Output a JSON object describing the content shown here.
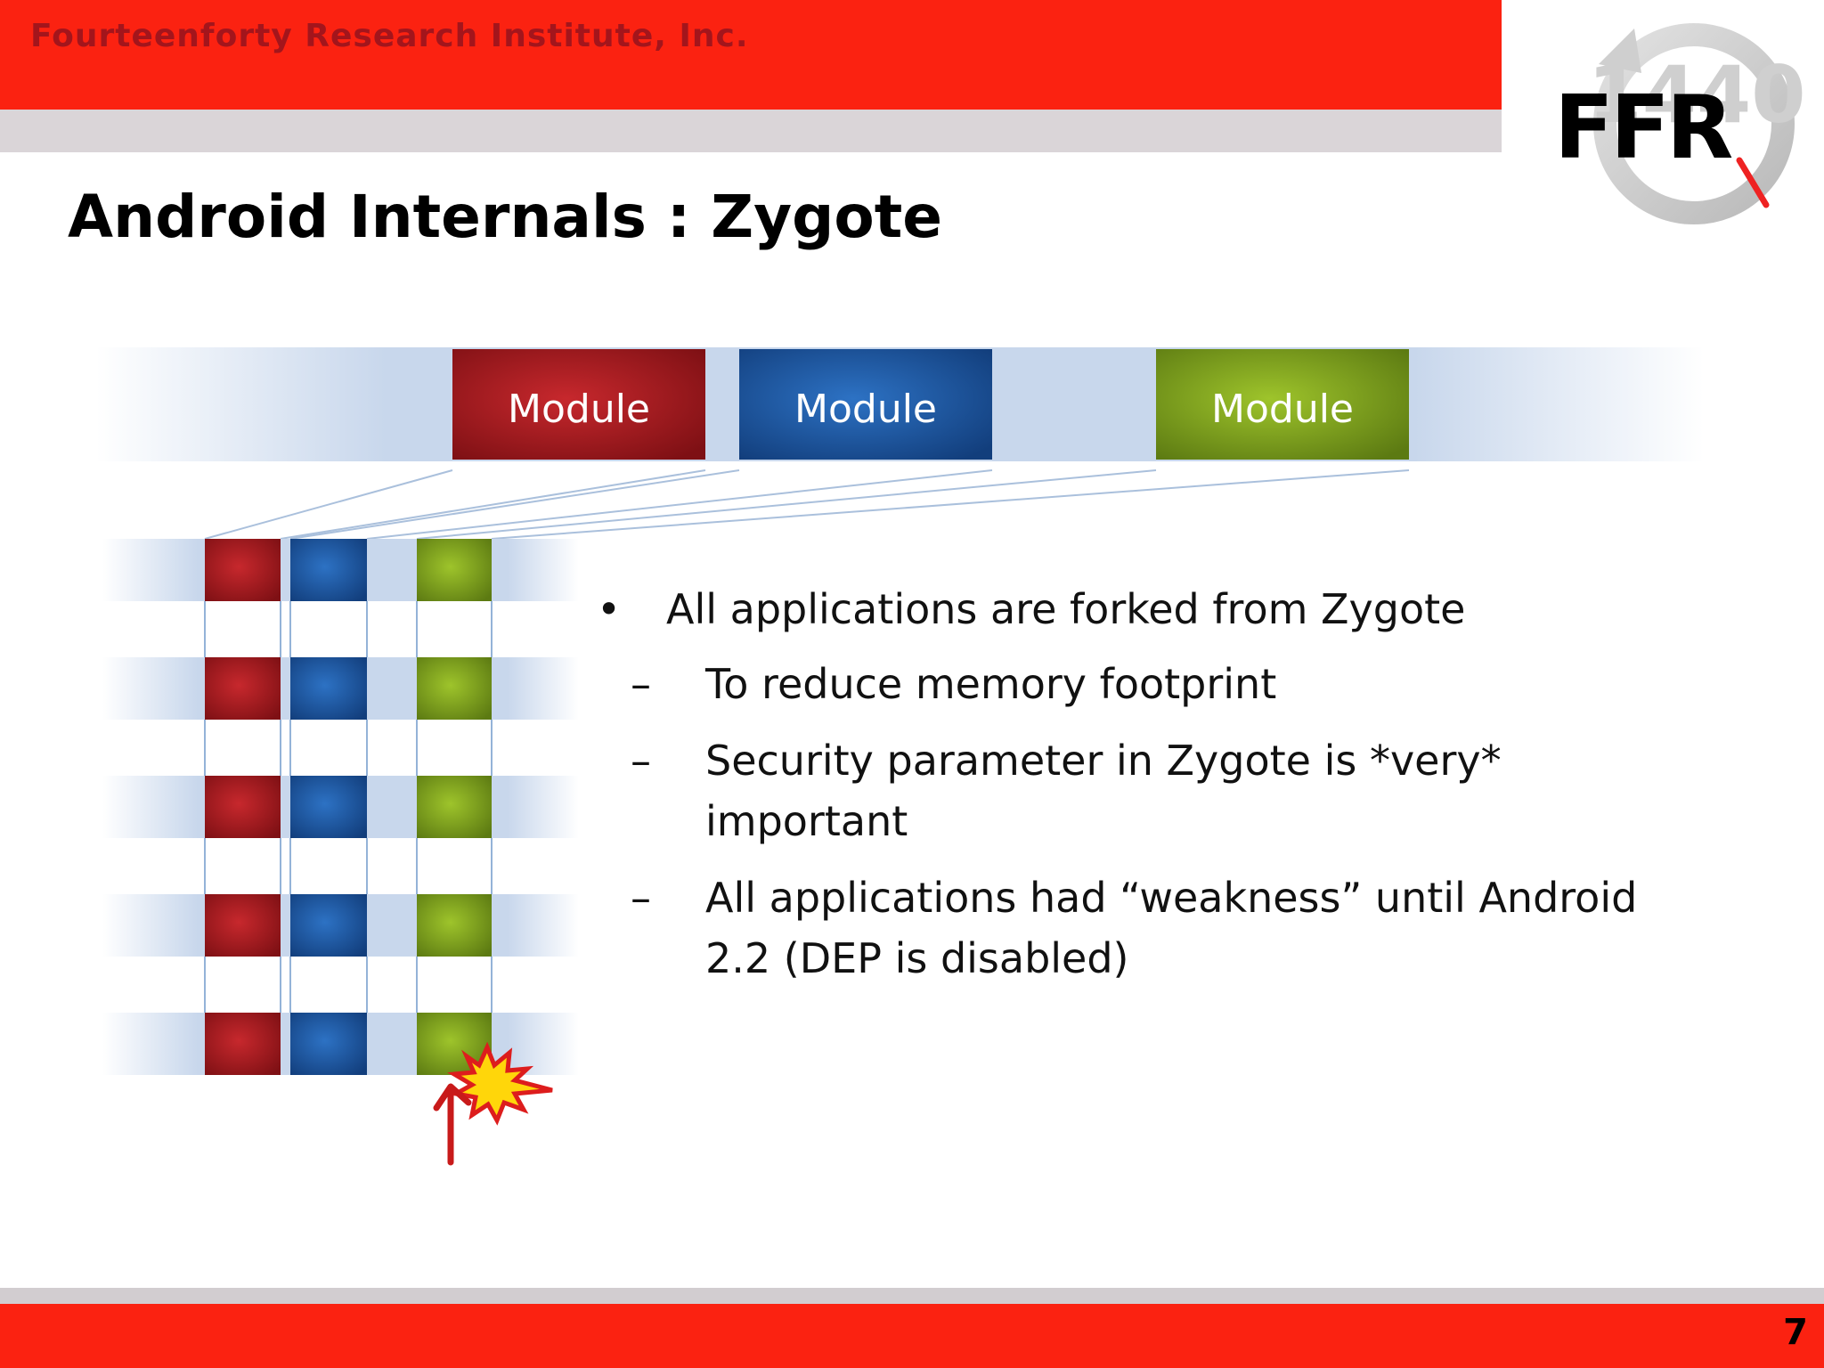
{
  "header": {
    "company": "Fourteenforty Research Institute, Inc.",
    "logo_text": "FFR",
    "logo_watermark": "1440"
  },
  "slide": {
    "title": "Android Internals : Zygote",
    "page_number": "7"
  },
  "diagram": {
    "modules": [
      {
        "label": "Module",
        "color": "#b01b20"
      },
      {
        "label": "Module",
        "color": "#1f5ea8"
      },
      {
        "label": "Module",
        "color": "#86ab1f"
      }
    ],
    "process_rows": 5,
    "alert_icon": "explosion-icon",
    "arrow_icon": "up-arrow-icon"
  },
  "bullets": {
    "main": "All applications are forked from Zygote",
    "sub": [
      "To reduce memory footprint",
      "Security parameter in Zygote is *very* important",
      "All applications had “weakness” until Android 2.2 (DEP is disabled)"
    ]
  },
  "colors": {
    "band_red": "#fb2211",
    "band_gray": "#dad5d8",
    "company_text": "#a3151c"
  }
}
